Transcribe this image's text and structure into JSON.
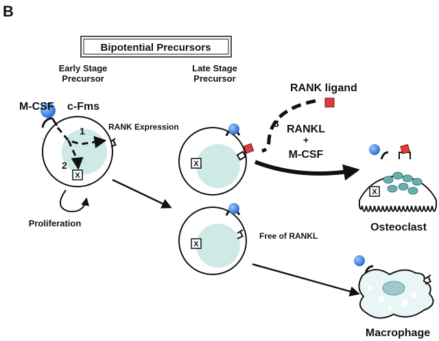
{
  "panel_letter": "B",
  "title": "Bipotential Precursors",
  "early": {
    "line1": "Early Stage",
    "line2": "Precursor"
  },
  "late": {
    "line1": "Late Stage",
    "line2": "Precursor"
  },
  "mcsf": "M-CSF",
  "cfms": "c-Fms",
  "rank_expression": "RANK Expression",
  "step1": "1",
  "step2": "2",
  "step3": "3",
  "box_mark": "X",
  "proliferation": "Proliferation",
  "rank_ligand": "RANK ligand",
  "rankl": "RANKL",
  "plus": "+",
  "mcsf2": "M-CSF",
  "free_of_rankl": "Free of RANKL",
  "osteoclast": "Osteoclast",
  "macrophage": "Macrophage",
  "colors": {
    "mcsf_ball": "#3a86e0",
    "rankl_square": "#e03b3b",
    "nucleus": "#cfe9e6",
    "outline": "#111111"
  }
}
